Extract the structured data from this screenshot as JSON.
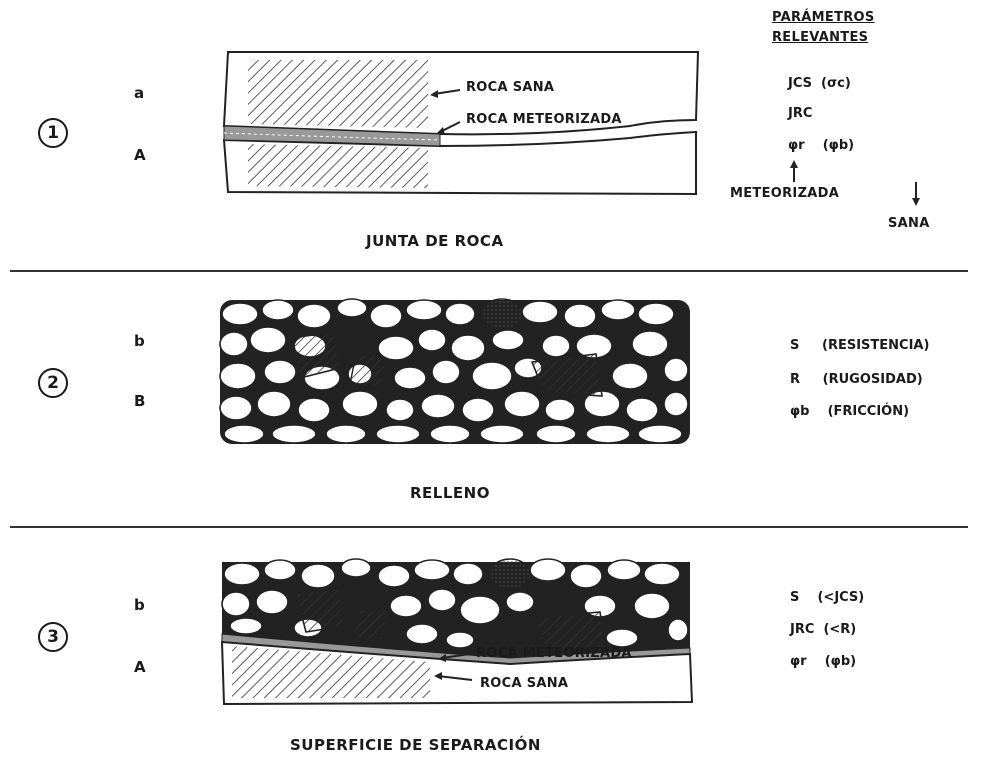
{
  "params_header": [
    "PARÁMETROS",
    "RELEVANTES"
  ],
  "sections": [
    {
      "number": "1",
      "letters": [
        "a",
        "A"
      ],
      "title": "JUNTA DE ROCA",
      "callouts": [
        "ROCA SANA",
        "ROCA METEORIZADA"
      ],
      "params": [
        {
          "sym": "JCS",
          "desc": "(σc)"
        },
        {
          "sym": "JRC",
          "desc": ""
        },
        {
          "sym": "φr",
          "desc": "(φb)"
        }
      ],
      "notes": [
        "METEORIZADA",
        "SANA"
      ]
    },
    {
      "number": "2",
      "letters": [
        "b",
        "B"
      ],
      "title": "RELLENO",
      "params": [
        {
          "sym": "S",
          "desc": "(RESISTENCIA)"
        },
        {
          "sym": "R",
          "desc": "(RUGOSIDAD)"
        },
        {
          "sym": "φb",
          "desc": "(FRICCIÓN)"
        }
      ]
    },
    {
      "number": "3",
      "letters": [
        "b",
        "A"
      ],
      "title": "SUPERFICIE DE SEPARACIÓN",
      "callouts": [
        "ROCA METEORIZADA",
        "ROCA SANA"
      ],
      "params": [
        {
          "sym": "S",
          "desc": "(<JCS)"
        },
        {
          "sym": "JRC",
          "desc": "(<R)"
        },
        {
          "sym": "φr",
          "desc": "(φb)"
        }
      ]
    }
  ]
}
